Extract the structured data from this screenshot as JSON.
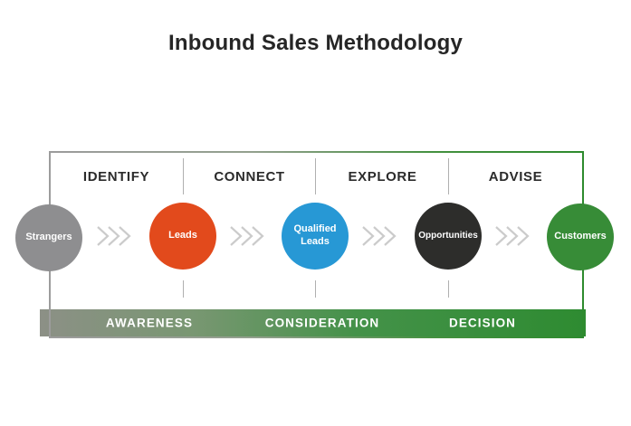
{
  "title": "Inbound Sales Methodology",
  "stages": [
    {
      "label": "IDENTIFY"
    },
    {
      "label": "CONNECT"
    },
    {
      "label": "EXPLORE"
    },
    {
      "label": "ADVISE"
    }
  ],
  "nodes": [
    {
      "label": "Strangers",
      "color": "#8e8e90"
    },
    {
      "label": "Leads",
      "color": "#e24a1c"
    },
    {
      "label": "Qualified Leads",
      "color": "#2798d5"
    },
    {
      "label": "Opportunities",
      "color": "#2d2d2b"
    },
    {
      "label": "Customers",
      "color": "#378c37"
    }
  ],
  "phases": [
    {
      "label": "AWARENESS"
    },
    {
      "label": "CONSIDERATION"
    },
    {
      "label": "DECISION"
    }
  ],
  "colors": {
    "title_text": "#262626",
    "stage_text": "#2b2b2b",
    "node_text": "#ffffff",
    "phase_text": "#ffffff",
    "chevron": "#cbcbcb",
    "divider": "#b0b0b0",
    "border_gradient_start": "#9c9c9c",
    "border_gradient_end": "#2e8b2e",
    "bar_gradient_start": "#8c9086",
    "bar_gradient_end": "#2e8b31"
  }
}
